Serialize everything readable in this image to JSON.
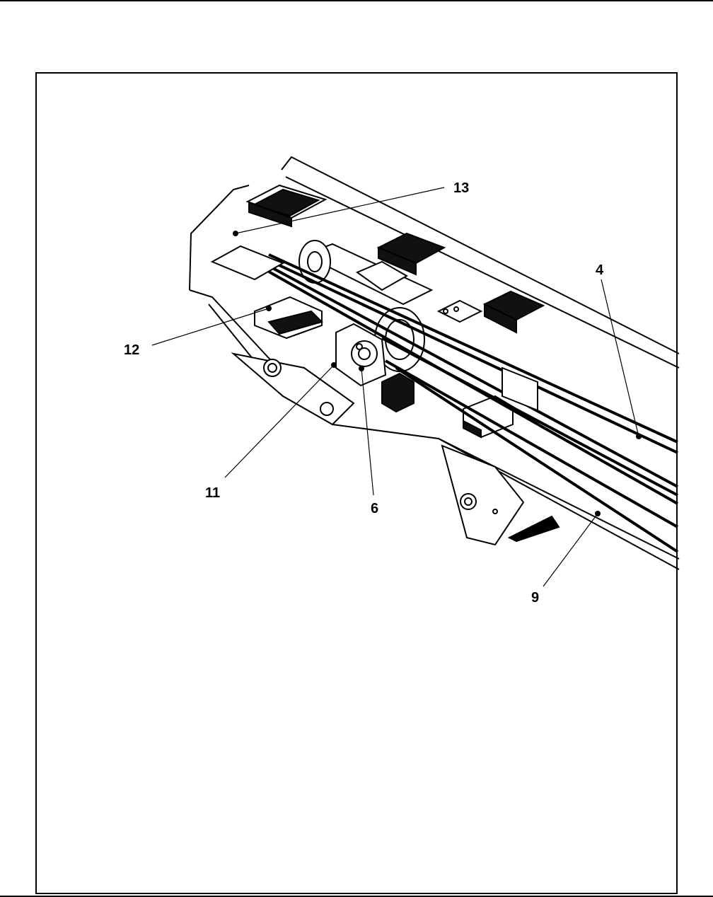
{
  "figure": {
    "callouts": [
      {
        "id": "13",
        "label": "13"
      },
      {
        "id": "4",
        "label": "4"
      },
      {
        "id": "12",
        "label": "12"
      },
      {
        "id": "11",
        "label": "11"
      },
      {
        "id": "6",
        "label": "6"
      },
      {
        "id": "9",
        "label": "9"
      }
    ]
  },
  "colors": {
    "ink": "#000000",
    "paper": "#ffffff"
  }
}
